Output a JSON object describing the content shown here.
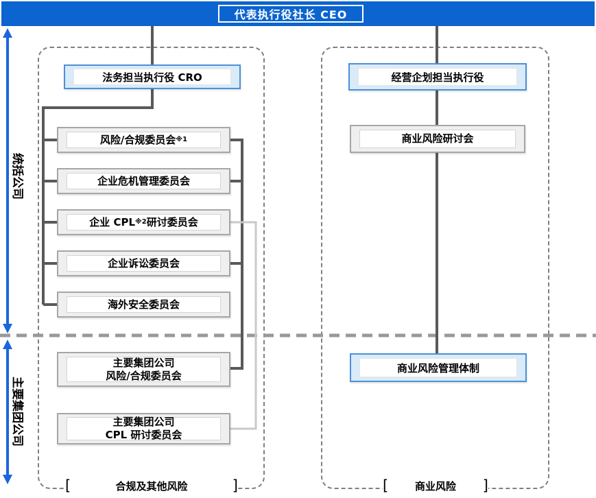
{
  "banner": {
    "title": "代表执行役社长 CEO"
  },
  "axis": {
    "top_label": "统括公司",
    "bottom_label": "主要集团公司"
  },
  "left_group": {
    "executive": "法务担当执行役 CRO",
    "committees": [
      {
        "pre": "风险/合规委员会",
        "sup": "※1",
        "post": ""
      },
      {
        "pre": "企业危机管理委员会",
        "sup": "",
        "post": ""
      },
      {
        "pre": "企业 CPL",
        "sup": "※2",
        "post": " 研讨委员会"
      },
      {
        "pre": "企业诉讼委员会",
        "sup": "",
        "post": ""
      },
      {
        "pre": "海外安全委员会",
        "sup": "",
        "post": ""
      }
    ],
    "group_committees": [
      {
        "line1": "主要集团公司",
        "line2": "风险/合规委员会"
      },
      {
        "line1": "主要集团公司",
        "line2": "CPL 研讨委员会"
      }
    ],
    "footer": {
      "open": "[",
      "label": "合规及其他风险",
      "close": "]"
    }
  },
  "right_group": {
    "executive": "经营企划担当执行役",
    "study": "商业风险研讨会",
    "system": "商业风险管理体制",
    "footer": {
      "open": "[",
      "label": "商业风险",
      "close": "]"
    }
  },
  "colors": {
    "banner_blue": "#0b64cf",
    "arrow_blue": "#1b66dc",
    "blue_box_border": "#4a90d8",
    "blue_box_fill": "#d9eaf8",
    "gray_box_fill": "#efefef",
    "gray_box_border": "#a6a6a6",
    "dark_connector": "#595959",
    "light_connector": "#c9c9c9",
    "divider_gray": "#999999",
    "frame_dash_gray": "#7f7f7f"
  }
}
